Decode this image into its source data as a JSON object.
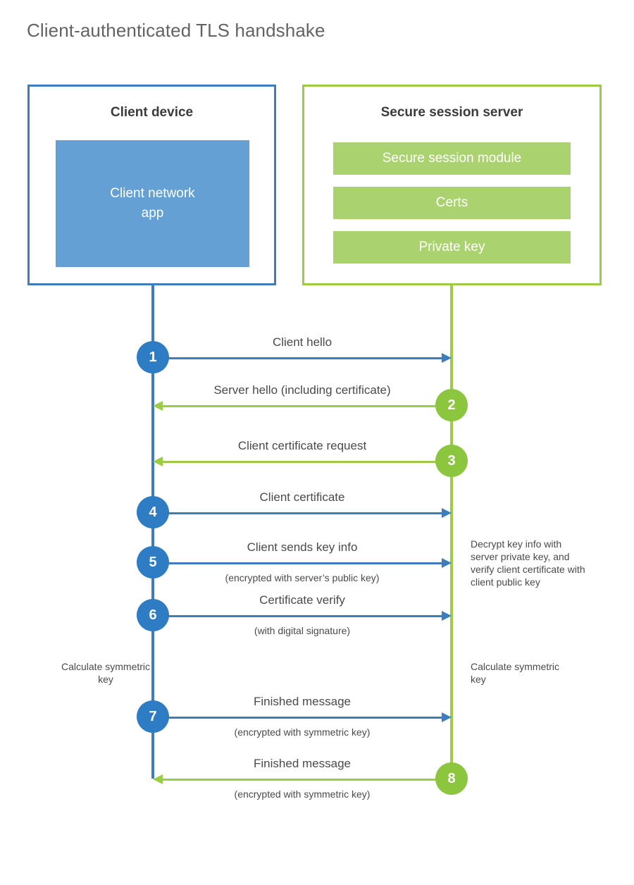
{
  "title": "Client-authenticated TLS handshake",
  "colors": {
    "blue_border": "#3d7cbd",
    "blue_fill": "#64a0d4",
    "blue_circle": "#2e7cc4",
    "green_border": "#9ccb45",
    "green_fill": "#aad36f",
    "green_circle": "#8cc63e",
    "text": "#4a4a4a",
    "title_text": "#636363",
    "background": "#ffffff"
  },
  "client": {
    "title": "Client device",
    "app_label": "Client network\napp",
    "app_label_line1": "Client network",
    "app_label_line2": "app"
  },
  "server": {
    "title": "Secure session server",
    "modules": [
      {
        "label": "Secure session module"
      },
      {
        "label": "Certs"
      },
      {
        "label": "Private key"
      }
    ]
  },
  "messages": [
    {
      "step": "1",
      "label": "Client hello",
      "sublabel": "",
      "direction": "client-to-server",
      "color": "blue"
    },
    {
      "step": "2",
      "label": "Server hello (including certificate)",
      "sublabel": "",
      "direction": "server-to-client",
      "color": "green"
    },
    {
      "step": "3",
      "label": "Client certificate request",
      "sublabel": "",
      "direction": "server-to-client",
      "color": "green"
    },
    {
      "step": "4",
      "label": "Client certificate",
      "sublabel": "",
      "direction": "client-to-server",
      "color": "blue"
    },
    {
      "step": "5",
      "label": "Client sends key info",
      "sublabel": "(encrypted with server’s public key)",
      "direction": "client-to-server",
      "color": "blue"
    },
    {
      "step": "6",
      "label": "Certificate verify",
      "sublabel": "(with digital signature)",
      "direction": "client-to-server",
      "color": "blue"
    },
    {
      "step": "7",
      "label": "Finished message",
      "sublabel": "(encrypted with symmetric key)",
      "direction": "client-to-server",
      "color": "blue"
    },
    {
      "step": "8",
      "label": "Finished message",
      "sublabel": "(encrypted with symmetric key)",
      "direction": "server-to-client",
      "color": "green"
    }
  ],
  "annotations": {
    "server_decrypt": "Decrypt key info with server private key, and verify client certificate with client public key",
    "client_calculate": "Calculate symmetric key",
    "server_calculate": "Calculate symmetric key"
  }
}
